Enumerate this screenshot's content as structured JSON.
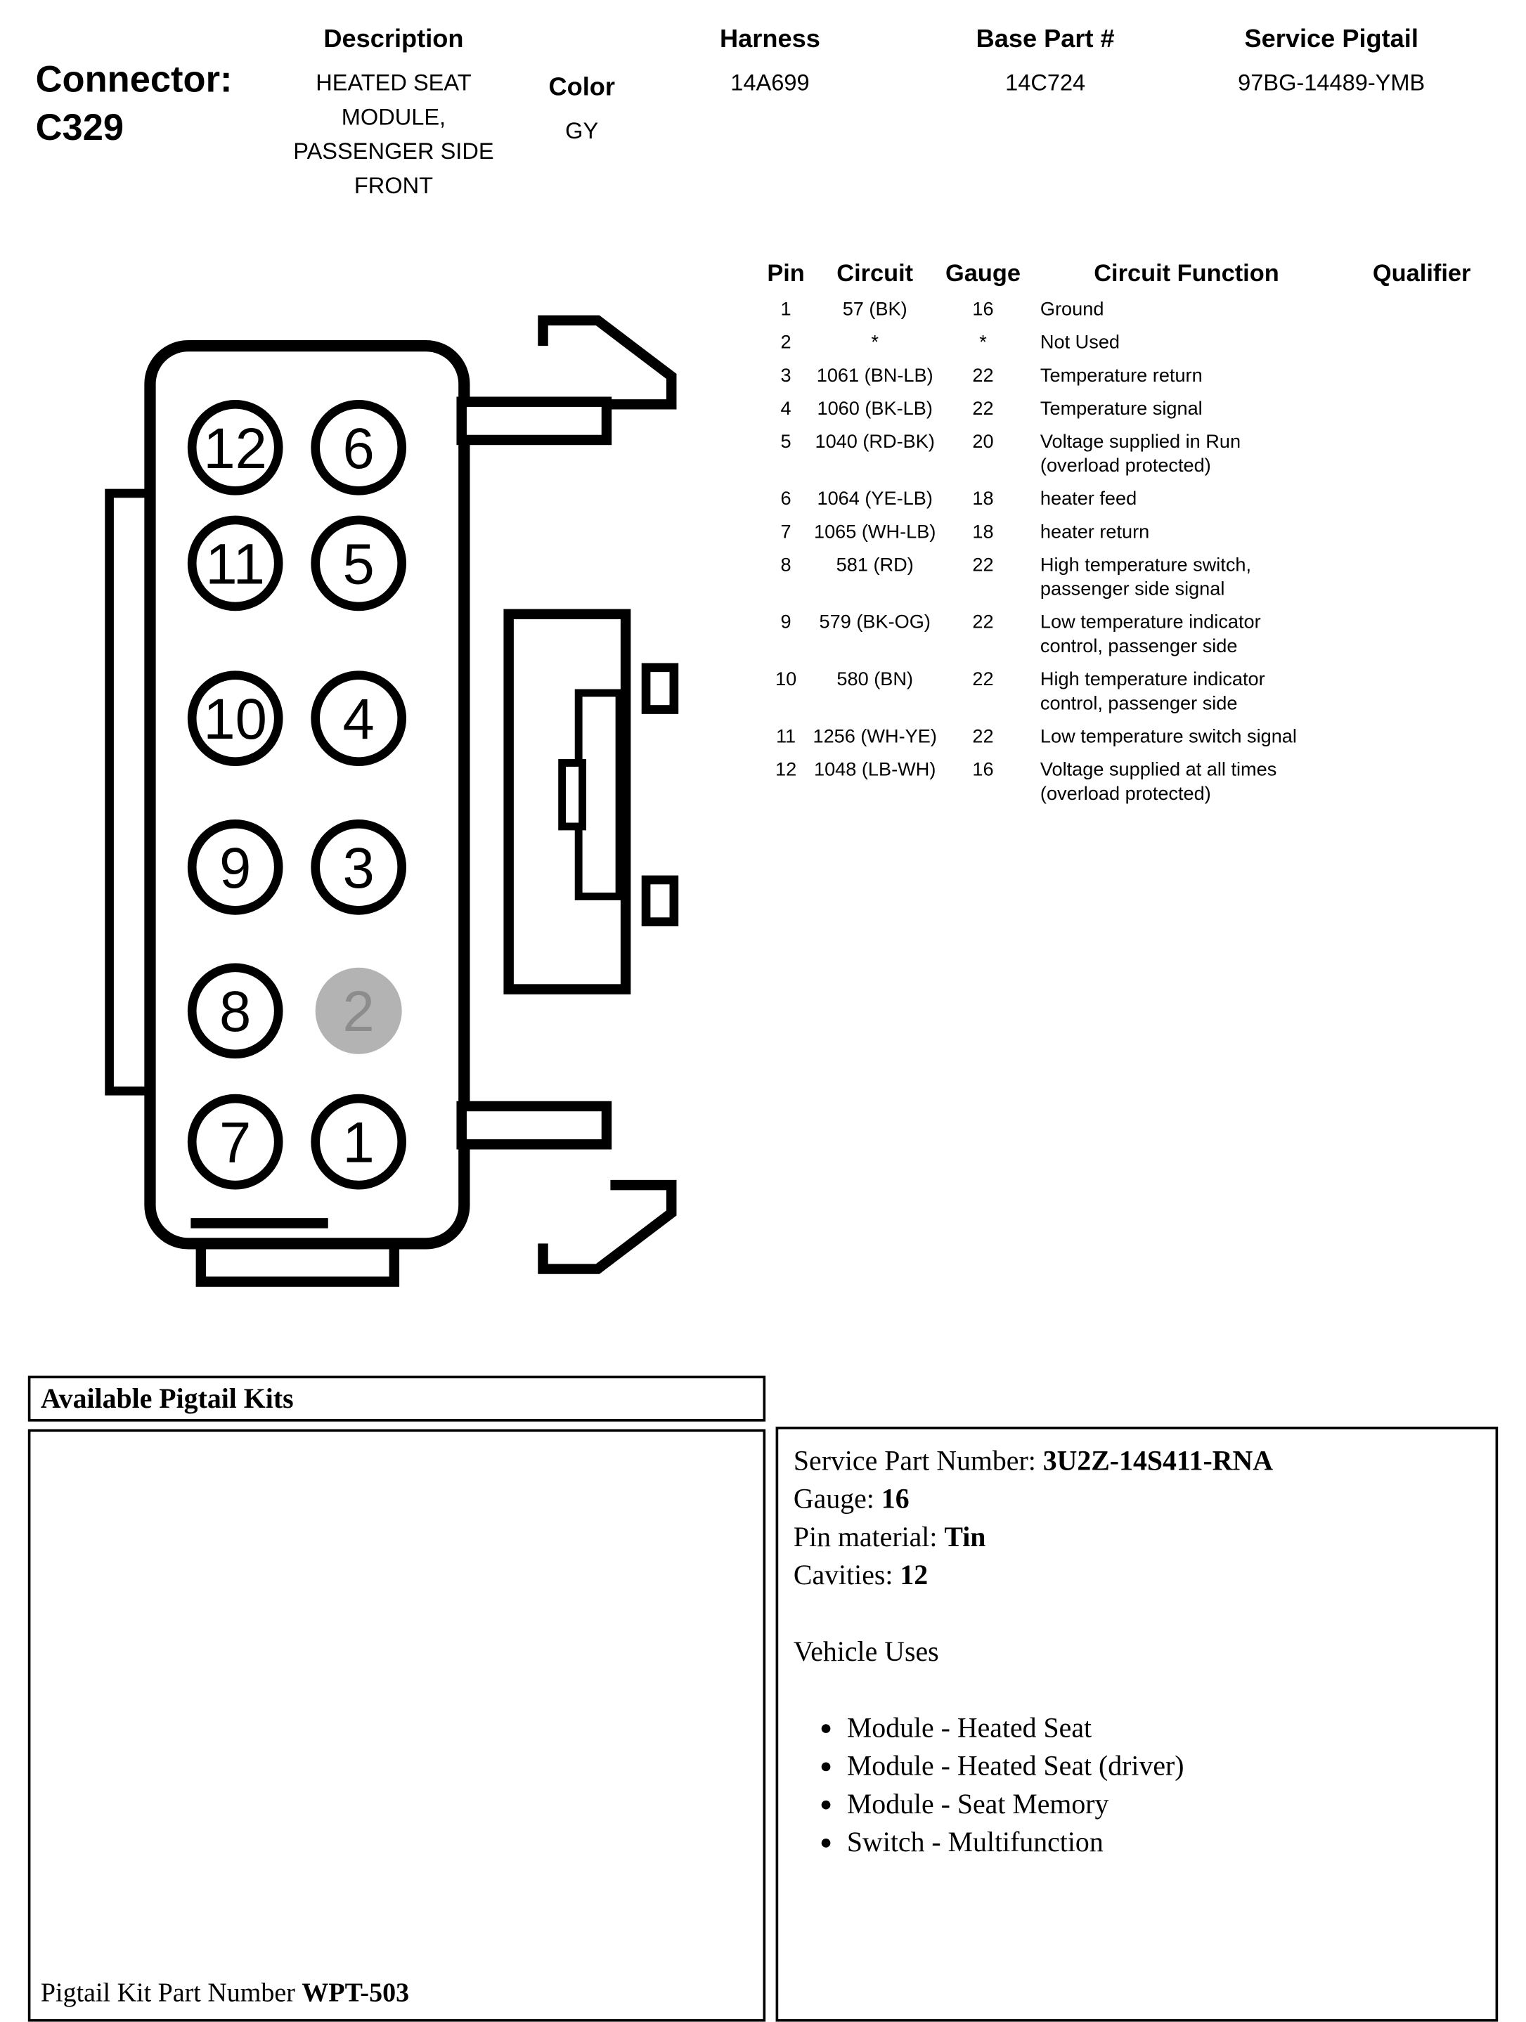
{
  "header": {
    "connector_label": "Connector:",
    "connector_id": "C329",
    "description_label": "Description",
    "description": "HEATED SEAT MODULE, PASSENGER SIDE FRONT",
    "color_label": "Color",
    "color": "GY",
    "harness_label": "Harness",
    "harness": "14A699",
    "base_part_label": "Base Part #",
    "base_part": "14C724",
    "service_pigtail_label": "Service Pigtail",
    "service_pigtail": "97BG-14489-YMB"
  },
  "pin_table": {
    "headers": [
      "Pin",
      "Circuit",
      "Gauge",
      "Circuit Function",
      "Qualifier"
    ],
    "rows": [
      {
        "pin": "1",
        "circuit": "57 (BK)",
        "gauge": "16",
        "function": "Ground",
        "qualifier": ""
      },
      {
        "pin": "2",
        "circuit": "*",
        "gauge": "*",
        "function": "Not Used",
        "qualifier": ""
      },
      {
        "pin": "3",
        "circuit": "1061 (BN-LB)",
        "gauge": "22",
        "function": "Temperature return",
        "qualifier": ""
      },
      {
        "pin": "4",
        "circuit": "1060 (BK-LB)",
        "gauge": "22",
        "function": "Temperature signal",
        "qualifier": ""
      },
      {
        "pin": "5",
        "circuit": "1040 (RD-BK)",
        "gauge": "20",
        "function": "Voltage supplied in Run (overload protected)",
        "qualifier": ""
      },
      {
        "pin": "6",
        "circuit": "1064 (YE-LB)",
        "gauge": "18",
        "function": "heater feed",
        "qualifier": ""
      },
      {
        "pin": "7",
        "circuit": "1065 (WH-LB)",
        "gauge": "18",
        "function": "heater return",
        "qualifier": ""
      },
      {
        "pin": "8",
        "circuit": "581 (RD)",
        "gauge": "22",
        "function": "High temperature switch, passenger side signal",
        "qualifier": ""
      },
      {
        "pin": "9",
        "circuit": "579 (BK-OG)",
        "gauge": "22",
        "function": "Low temperature indicator control, passenger side",
        "qualifier": ""
      },
      {
        "pin": "10",
        "circuit": "580 (BN)",
        "gauge": "22",
        "function": "High temperature indicator control, passenger side",
        "qualifier": ""
      },
      {
        "pin": "11",
        "circuit": "1256 (WH-YE)",
        "gauge": "22",
        "function": "Low temperature switch signal",
        "qualifier": ""
      },
      {
        "pin": "12",
        "circuit": "1048 (LB-WH)",
        "gauge": "16",
        "function": "Voltage supplied at all times (overload protected)",
        "qualifier": ""
      }
    ]
  },
  "connector_diagram": {
    "pins": [
      "12",
      "6",
      "11",
      "5",
      "10",
      "4",
      "9",
      "3",
      "8",
      "2",
      "7",
      "1"
    ],
    "highlighted_pin": "2",
    "highlight_color": "#b3b3b3",
    "highlight_text_color": "#8c8c8c",
    "outline_color": "#000000"
  },
  "pigtail": {
    "kits_title": "Available Pigtail Kits",
    "kit_part_label": "Pigtail Kit Part Number ",
    "kit_part_number": "WPT-503",
    "service_part_label": "Service Part Number: ",
    "service_part_number": "3U2Z-14S411-RNA",
    "gauge_label": "Gauge: ",
    "gauge": "16",
    "pin_material_label": "Pin material: ",
    "pin_material": "Tin",
    "cavities_label": "Cavities: ",
    "cavities": "12",
    "vehicle_uses_title": "Vehicle Uses",
    "vehicle_uses": [
      "Module - Heated Seat",
      "Module - Heated Seat (driver)",
      "Module - Seat Memory",
      "Switch - Multifunction"
    ]
  }
}
